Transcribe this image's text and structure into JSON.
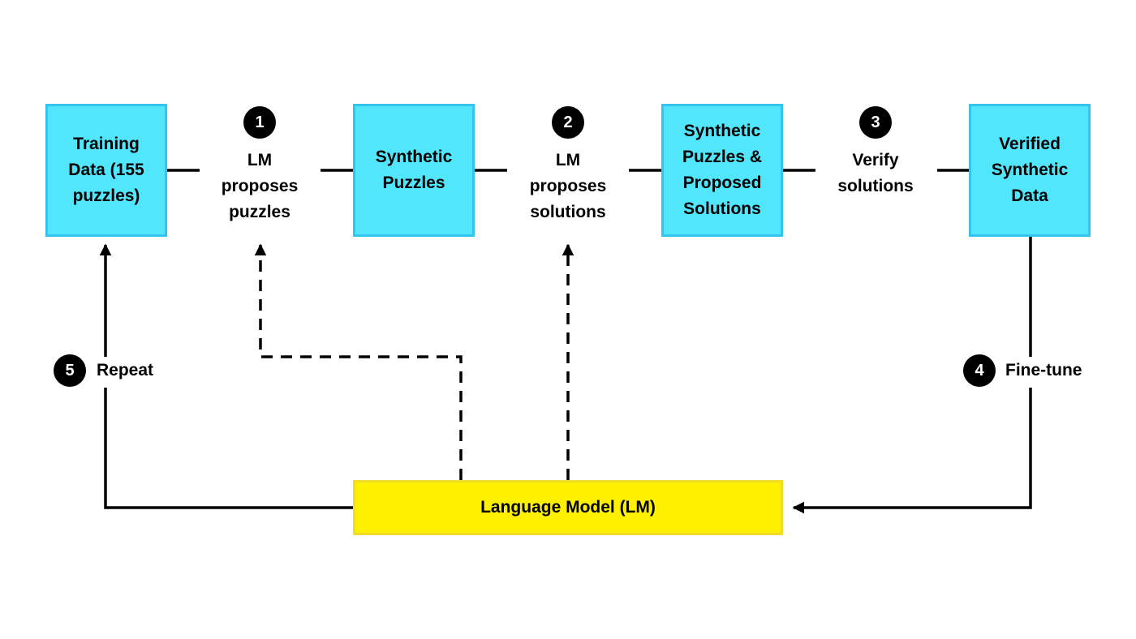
{
  "boxes": {
    "training_data": "Training Data (155 puzzles)",
    "synthetic_puzzles": "Synthetic Puzzles",
    "puzzles_and_solutions": "Synthetic Puzzles & Proposed Solutions",
    "verified_data": "Verified Synthetic Data",
    "language_model": "Language Model (LM)"
  },
  "steps": [
    {
      "number": "1",
      "label_lines": [
        "LM",
        "proposes",
        "puzzles"
      ]
    },
    {
      "number": "2",
      "label_lines": [
        "LM",
        "proposes",
        "solutions"
      ]
    },
    {
      "number": "3",
      "label_lines": [
        "Verify",
        "solutions"
      ]
    },
    {
      "number": "4",
      "label": "Fine-tune"
    },
    {
      "number": "5",
      "label": "Repeat"
    }
  ],
  "colors": {
    "box_fill": "#52e6fd",
    "box_border": "#35c4ee",
    "model_fill": "#fff000",
    "model_border": "#f2dc2a",
    "line": "#000000"
  }
}
